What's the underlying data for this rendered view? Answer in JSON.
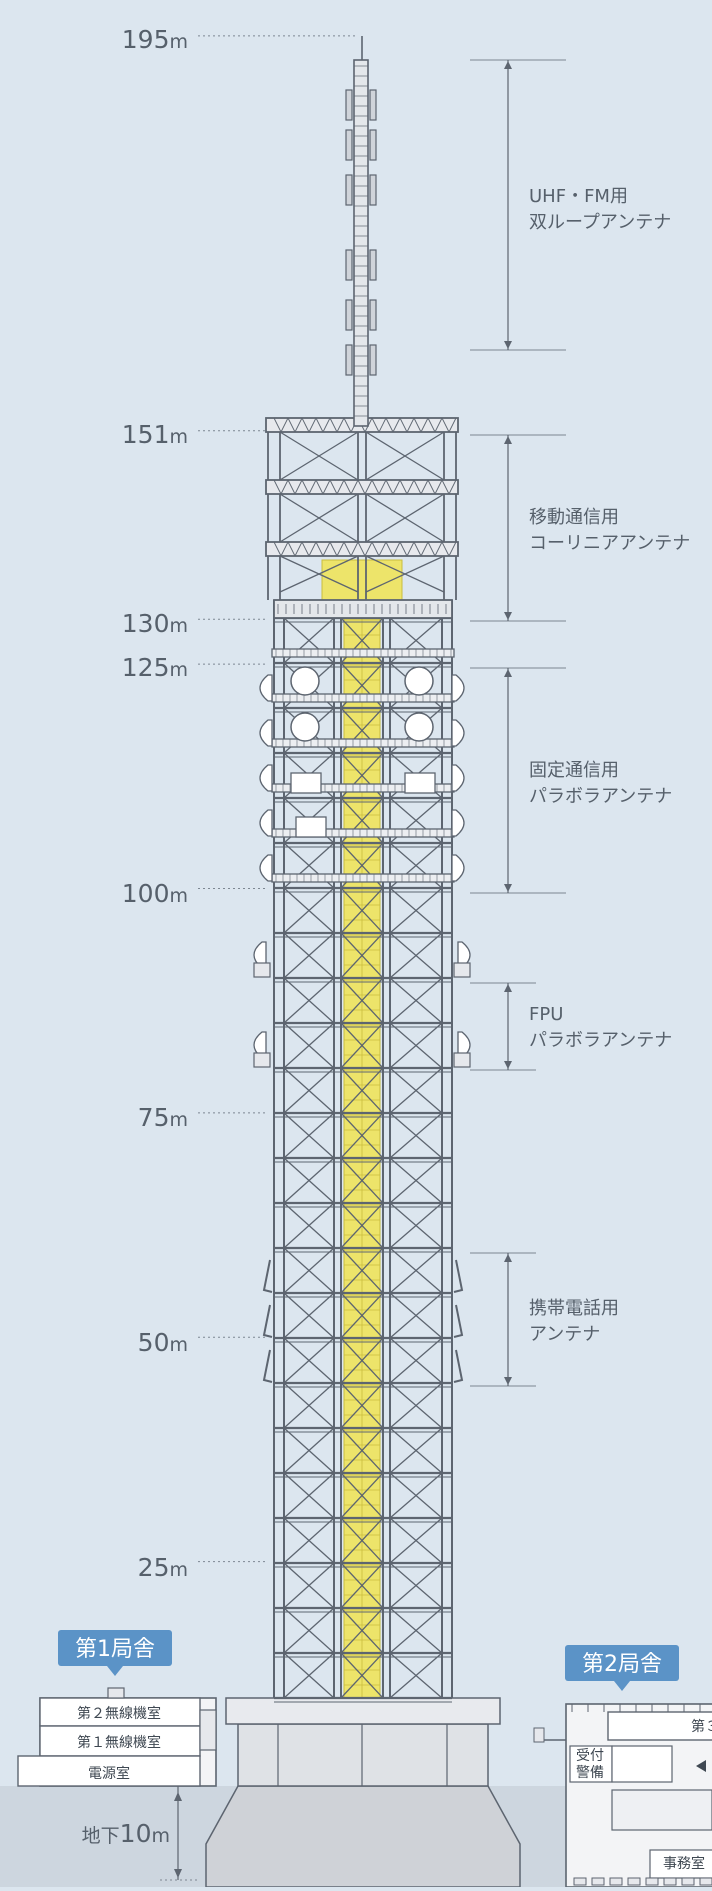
{
  "heights": [
    {
      "num": "195",
      "unit": "m",
      "value": 195
    },
    {
      "num": "151",
      "unit": "m",
      "value": 151
    },
    {
      "num": "130",
      "unit": "m",
      "value": 130
    },
    {
      "num": "125",
      "unit": "m",
      "value": 125
    },
    {
      "num": "100",
      "unit": "m",
      "value": 100
    },
    {
      "num": "75",
      "unit": "m",
      "value": 75
    },
    {
      "num": "50",
      "unit": "m",
      "value": 50
    },
    {
      "num": "25",
      "unit": "m",
      "value": 25
    }
  ],
  "underground": {
    "prefix": "地下",
    "num": "10",
    "unit": "m",
    "value": 10
  },
  "antennas": [
    {
      "line1": "UHF・FM用",
      "line2": "双ループアンテナ"
    },
    {
      "line1": "移動通信用",
      "line2": "コーリニアアンテナ"
    },
    {
      "line1": "固定通信用",
      "line2": "パラボラアンテナ"
    },
    {
      "line1": "FPU",
      "line2": "パラボラアンテナ"
    },
    {
      "line1": "携帯電話用",
      "line2": "アンテナ"
    }
  ],
  "building1": {
    "badge": "第1局舎",
    "floors": [
      "第２無線機室",
      "第１無線機室",
      "電源室"
    ]
  },
  "building2": {
    "badge": "第2局舎",
    "rooms": [
      "第３",
      "受付",
      "警備",
      "事務室"
    ]
  },
  "colors": {
    "background": "#dce6ef",
    "ground": "#cdd6df",
    "steel": "#5d6570",
    "core": "#ede46a",
    "badge": "#5b93c7",
    "text": "#56606b"
  }
}
